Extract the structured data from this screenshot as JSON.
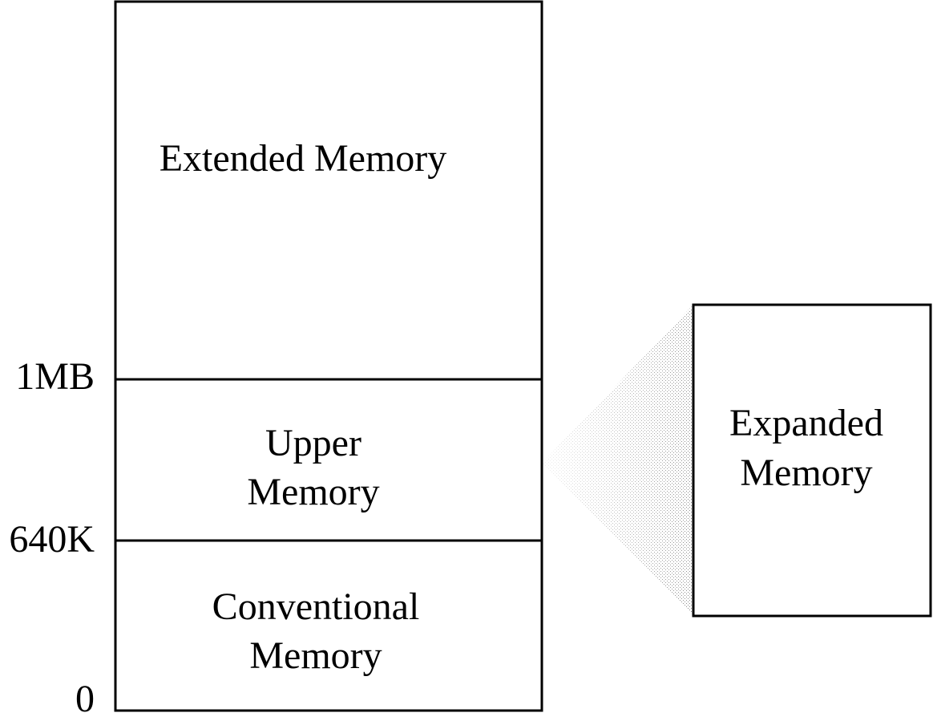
{
  "regions": {
    "extended": {
      "label": "Extended Memory"
    },
    "upper": {
      "line1": "Upper",
      "line2": "Memory"
    },
    "conventional": {
      "line1": "Conventional",
      "line2": "Memory"
    },
    "expanded": {
      "line1": "Expanded",
      "line2": "Memory"
    }
  },
  "address_labels": {
    "one_mb": "1MB",
    "k640": "640K",
    "zero": "0"
  },
  "colors": {
    "stroke": "#000000",
    "background": "#ffffff",
    "mapping_fill": "#bcbcbc"
  }
}
